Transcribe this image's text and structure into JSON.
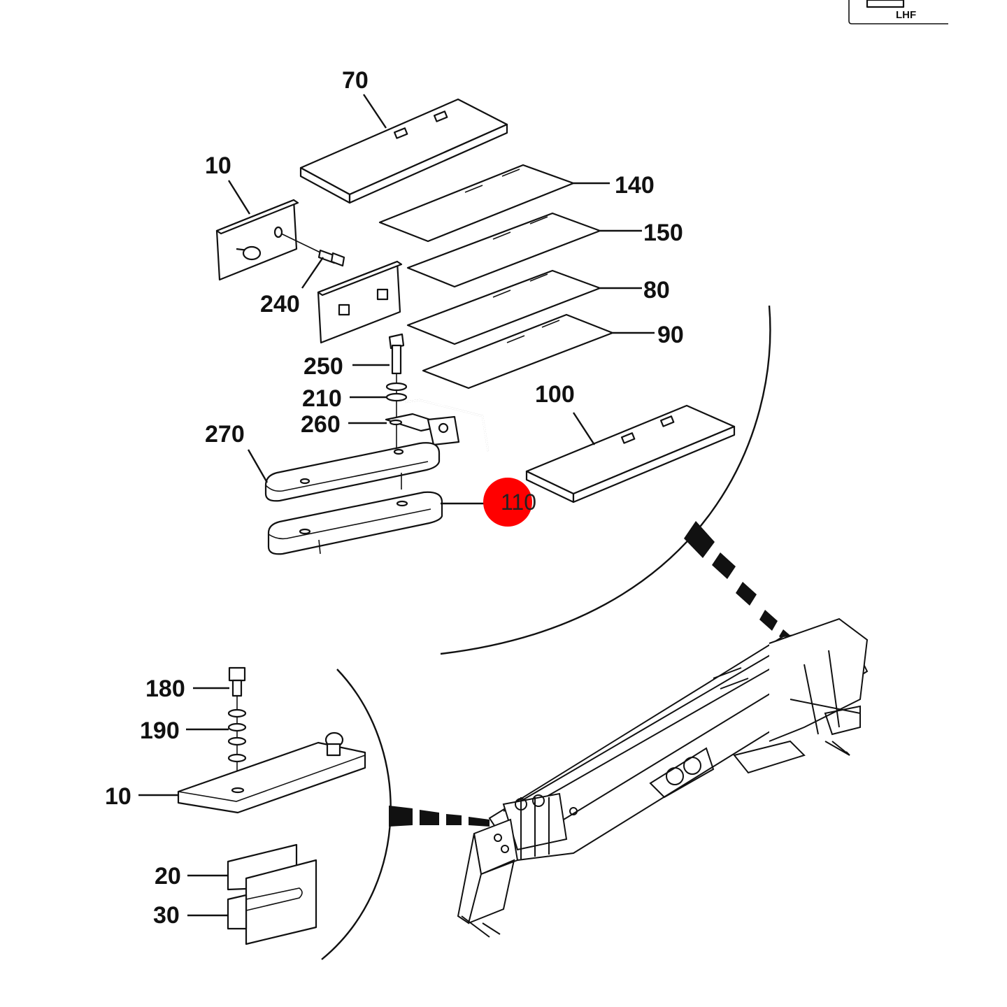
{
  "diagram": {
    "corner_badge": "LHF",
    "hotspot": {
      "label": "110",
      "color": "#ff0000"
    },
    "callouts": {
      "c70": "70",
      "c10_top": "10",
      "c140": "140",
      "c150": "150",
      "c240": "240",
      "c80": "80",
      "c90": "90",
      "c250": "250",
      "c210": "210",
      "c260": "260",
      "c270": "270",
      "c100": "100",
      "c180": "180",
      "c190": "190",
      "c10_bottom": "10",
      "c20": "20",
      "c30": "30"
    }
  }
}
